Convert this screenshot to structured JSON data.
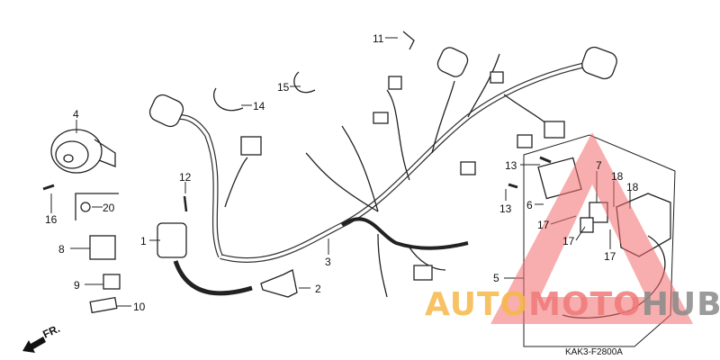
{
  "diagram": {
    "part_labels": [
      "1",
      "2",
      "3",
      "4",
      "5",
      "6",
      "7",
      "8",
      "9",
      "10",
      "11",
      "12",
      "13",
      "13",
      "14",
      "15",
      "16",
      "17",
      "17",
      "17",
      "18",
      "18",
      "20"
    ],
    "front_marker": "FR.",
    "drawing_code": "KAK3-F2800A"
  },
  "watermark": {
    "part1": "AUTO",
    "part2": "MOTO",
    "part3": "HUB",
    "colors": {
      "part1": "#f6b84a",
      "part2": "#f07a7a",
      "part3": "#8a8a8a",
      "triangle": "#f26b6b"
    }
  }
}
